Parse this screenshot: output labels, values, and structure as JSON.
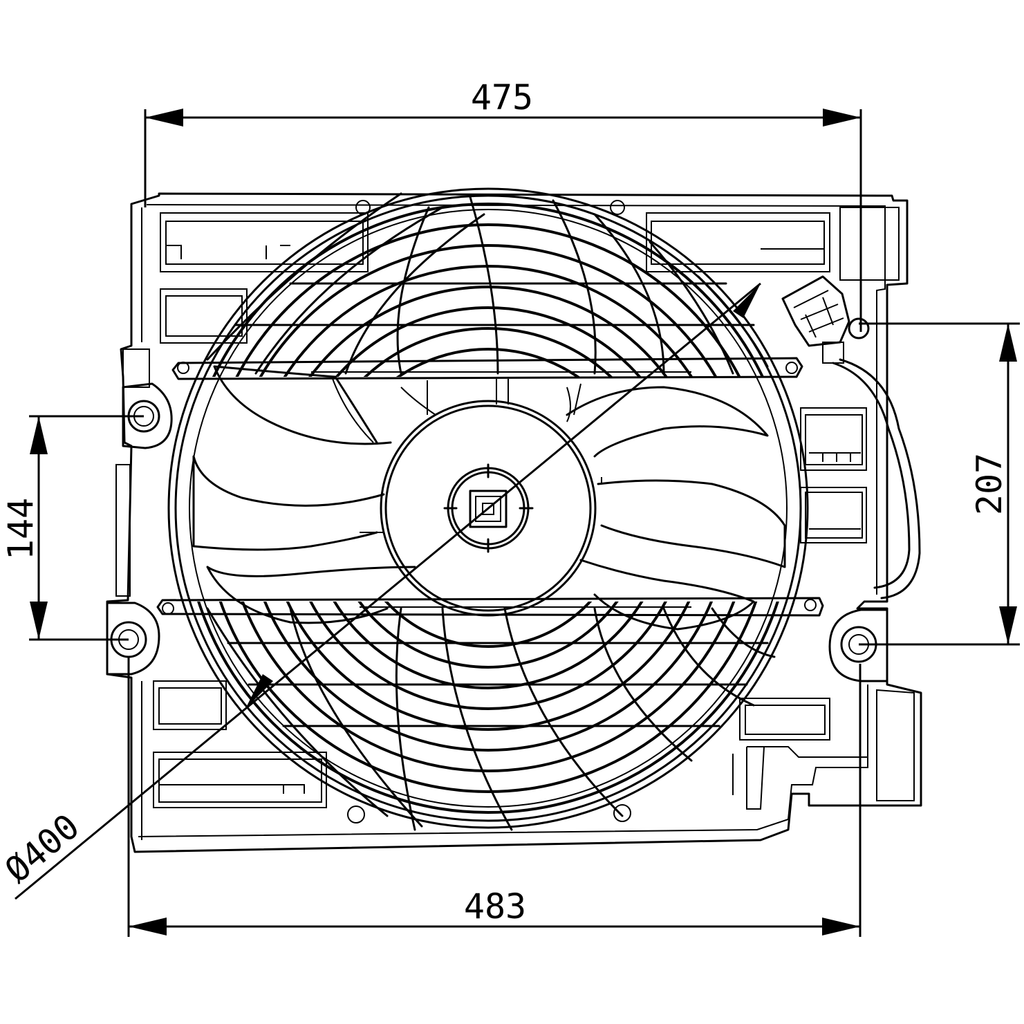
{
  "dimensions": {
    "top_width": "475",
    "bottom_width": "483",
    "left_height": "144",
    "right_height": "207",
    "fan_diameter": "Ø400"
  },
  "colors": {
    "line": "#000000",
    "background": "#ffffff"
  }
}
